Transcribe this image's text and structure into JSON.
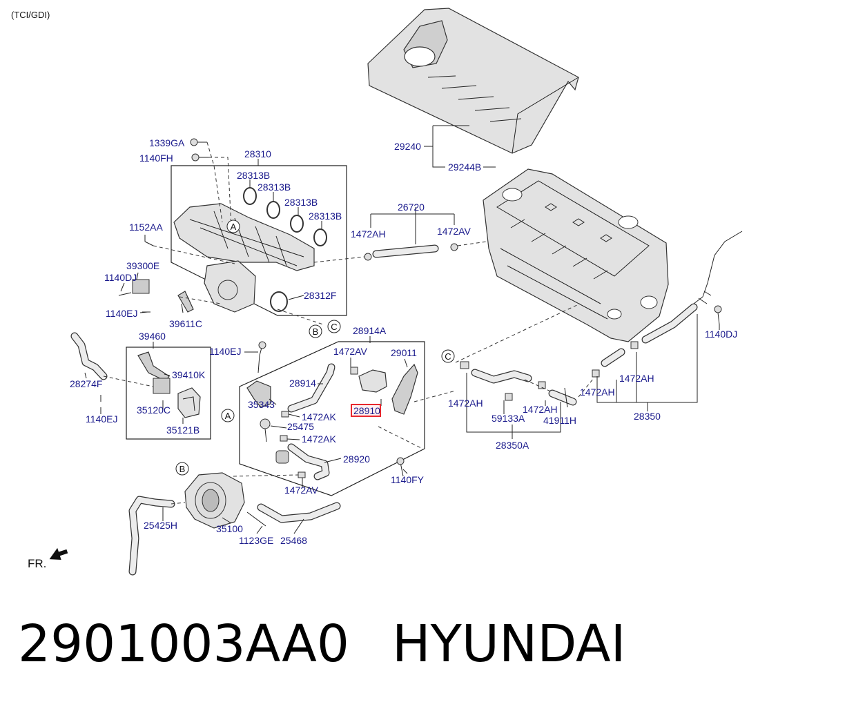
{
  "diagram": {
    "variant": "(TCI/GDI)",
    "front_label": "FR.",
    "highlight_color": "#e8272d",
    "label_color": "#1a1a8c",
    "callouts": {
      "c1339GA": "1339GA",
      "c1140FH": "1140FH",
      "c28310": "28310",
      "c28313B_1": "28313B",
      "c28313B_2": "28313B",
      "c28313B_3": "28313B",
      "c28313B_4": "28313B",
      "c1152AA": "1152AA",
      "c39300E": "39300E",
      "c1140DJ_1": "1140DJ",
      "c1140EJ_1": "1140EJ",
      "c39611C": "39611C",
      "c28312F": "28312F",
      "c29240": "29240",
      "c29244B": "29244B",
      "c26720": "26720",
      "c1472AH_1": "1472AH",
      "c1472AV_1": "1472AV",
      "c39460": "39460",
      "c39410K": "39410K",
      "c35120C": "35120C",
      "c35121B": "35121B",
      "c28274F": "28274F",
      "c1140EJ_2": "1140EJ",
      "c1140EJ_3": "1140EJ",
      "c28914A": "28914A",
      "c1472AV_2": "1472AV",
      "c29011": "29011",
      "c28914": "28914",
      "c35343": "35343",
      "c1472AK_1": "1472AK",
      "c25475": "25475",
      "c1472AK_2": "1472AK",
      "c28910": "28910",
      "c28920": "28920",
      "c1472AV_3": "1472AV",
      "c1140FY": "1140FY",
      "c25425H": "25425H",
      "c35100": "35100",
      "c1123GE": "1123GE",
      "c25468": "25468",
      "c1472AH_2": "1472AH",
      "c59133A": "59133A",
      "c1472AH_3": "1472AH",
      "c41911H": "41911H",
      "c28350A": "28350A",
      "c1472AH_4": "1472AH",
      "c1472AH_5": "1472AH",
      "c28350": "28350",
      "c1140DJ_2": "1140DJ"
    },
    "circle_refs": {
      "a1": "A",
      "a2": "A",
      "b1": "B",
      "b2": "B",
      "c1": "C",
      "c2": "C"
    }
  },
  "footer": {
    "part_number": "2901003AA0",
    "brand": "HYUNDAI"
  }
}
